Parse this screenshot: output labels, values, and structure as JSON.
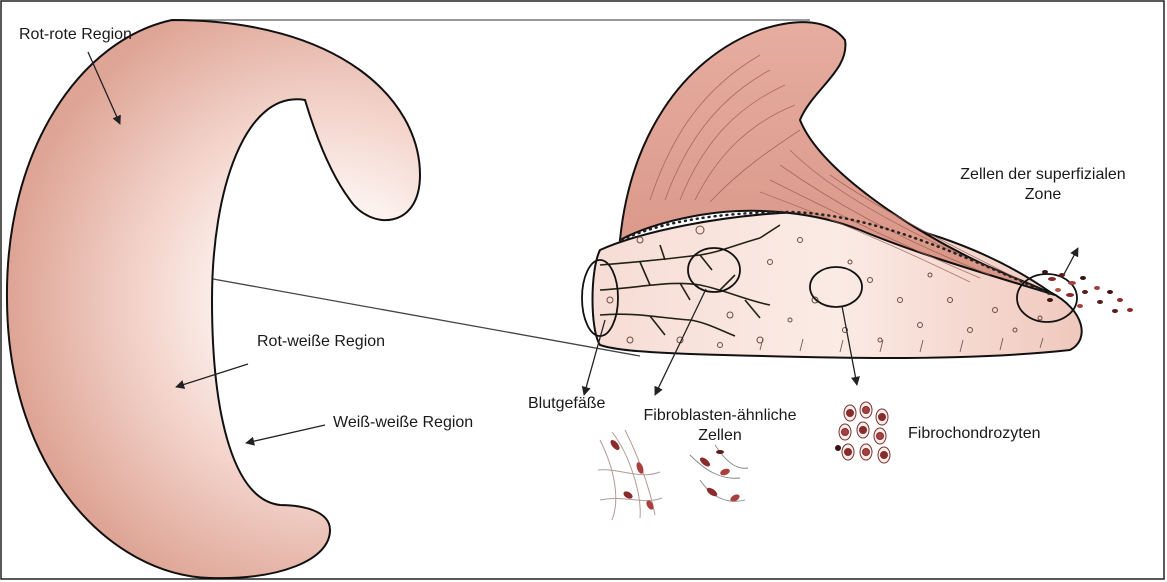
{
  "labels": {
    "red_red": "Rot-rote Region",
    "red_white": "Rot-weiße Region",
    "white_white": "Weiß-weiße Region",
    "superficial_line1": "Zellen der superfizialen",
    "superficial_line2": "Zone",
    "blood_vessels": "Blutgefäße",
    "fibroblast_line1": "Fibroblasten-ähnliche",
    "fibroblast_line2": "Zellen",
    "fibrochondrocytes": "Fibrochondrozyten"
  },
  "colors": {
    "tissue_outer": "#e0a99c",
    "tissue_inner": "#fbeeea",
    "outline": "#111111",
    "cell_dark": "#8b2a2a",
    "cell_light": "#d9a79c"
  }
}
